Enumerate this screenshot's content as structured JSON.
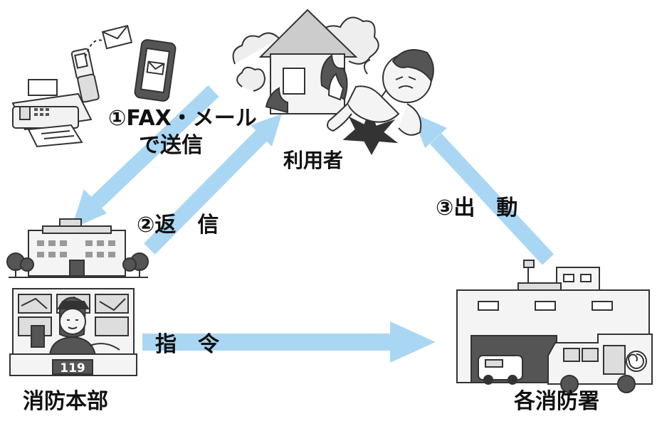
{
  "nodes": {
    "user": {
      "label": "利用者"
    },
    "hq": {
      "label": "消防本部"
    },
    "station": {
      "label": "各消防署"
    }
  },
  "steps": {
    "step1_line1": "①FAX・メール",
    "step1_line2": "で送信",
    "step2": "②返　信",
    "step3": "③出　動",
    "order": "指　令"
  },
  "desk_sign": "119",
  "colors": {
    "arrow": "#a9d6f3",
    "line": "#333333",
    "fill_light": "#f2f2f2",
    "fill_mid": "#dddddd",
    "fill_dark": "#555555",
    "text": "#111111"
  }
}
